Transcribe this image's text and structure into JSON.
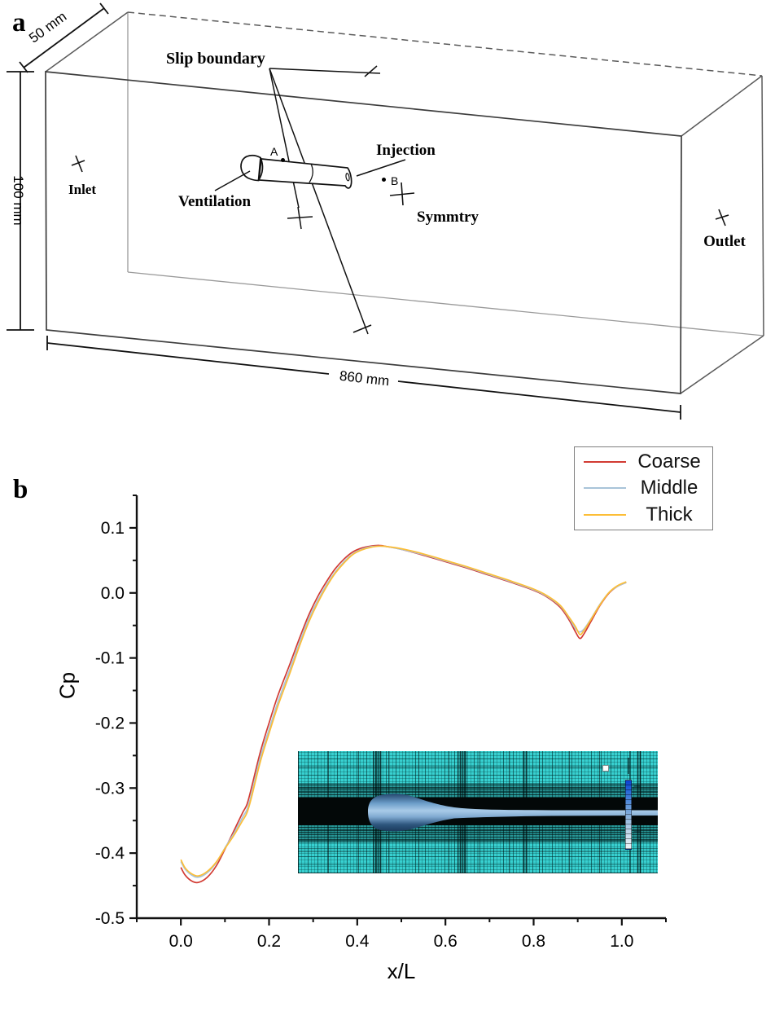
{
  "figure": {
    "panel_a": {
      "label": "a",
      "dimensions": {
        "depth": "50 mm",
        "height": "100 mm",
        "length": "860 mm"
      },
      "labels": {
        "slip": "Slip boundary",
        "inlet": "Inlet",
        "outlet": "Outlet",
        "injection": "Injection",
        "ventilation": "Ventilation",
        "symmetry": "Symmtry",
        "point_a": "A",
        "point_b": "B"
      }
    },
    "panel_b": {
      "label": "b"
    }
  },
  "chart_data": {
    "type": "line",
    "title": "",
    "xlabel": "x/L",
    "ylabel": "Cp",
    "xlim": [
      -0.1,
      1.1
    ],
    "ylim": [
      -0.5,
      0.15
    ],
    "x_major_ticks": [
      0.0,
      0.2,
      0.4,
      0.6,
      0.8,
      1.0
    ],
    "x_minor_step": 0.1,
    "y_major_ticks": [
      0.1,
      0.0,
      -0.1,
      -0.2,
      -0.3,
      -0.4,
      -0.5
    ],
    "y_minor_step": 0.05,
    "grid": false,
    "legend_position": "top-right",
    "x": [
      0.0,
      0.01,
      0.025,
      0.04,
      0.06,
      0.08,
      0.1,
      0.12,
      0.14,
      0.15,
      0.16,
      0.18,
      0.2,
      0.22,
      0.248,
      0.27,
      0.29,
      0.31,
      0.33,
      0.35,
      0.37,
      0.39,
      0.41,
      0.43,
      0.45,
      0.47,
      0.5,
      0.55,
      0.6,
      0.65,
      0.7,
      0.75,
      0.8,
      0.83,
      0.86,
      0.88,
      0.895,
      0.905,
      0.915,
      0.93,
      0.95,
      0.97,
      0.99,
      1.01
    ],
    "series": [
      {
        "name": "Coarse",
        "color": "#d23b33",
        "values": [
          -0.422,
          -0.434,
          -0.443,
          -0.445,
          -0.437,
          -0.42,
          -0.394,
          -0.366,
          -0.338,
          -0.325,
          -0.3,
          -0.245,
          -0.2,
          -0.158,
          -0.108,
          -0.068,
          -0.034,
          -0.006,
          0.017,
          0.037,
          0.052,
          0.063,
          0.069,
          0.072,
          0.073,
          0.071,
          0.067,
          0.058,
          0.048,
          0.038,
          0.027,
          0.016,
          0.004,
          -0.006,
          -0.022,
          -0.041,
          -0.06,
          -0.07,
          -0.062,
          -0.044,
          -0.02,
          -0.001,
          0.01,
          0.016
        ]
      },
      {
        "name": "Middle",
        "color": "#a9c4d9",
        "values": [
          -0.413,
          -0.425,
          -0.434,
          -0.437,
          -0.43,
          -0.415,
          -0.392,
          -0.37,
          -0.345,
          -0.333,
          -0.31,
          -0.253,
          -0.21,
          -0.168,
          -0.116,
          -0.075,
          -0.04,
          -0.012,
          0.012,
          0.032,
          0.048,
          0.06,
          0.067,
          0.071,
          0.072,
          0.071,
          0.067,
          0.059,
          0.049,
          0.039,
          0.028,
          0.017,
          0.005,
          -0.005,
          -0.02,
          -0.038,
          -0.055,
          -0.06,
          -0.055,
          -0.04,
          -0.018,
          0.0,
          0.01,
          0.016
        ]
      },
      {
        "name": "Thick",
        "color": "#fcbe37",
        "values": [
          -0.41,
          -0.423,
          -0.432,
          -0.435,
          -0.428,
          -0.414,
          -0.393,
          -0.373,
          -0.35,
          -0.338,
          -0.315,
          -0.26,
          -0.216,
          -0.174,
          -0.122,
          -0.08,
          -0.045,
          -0.016,
          0.009,
          0.03,
          0.046,
          0.059,
          0.066,
          0.07,
          0.072,
          0.071,
          0.068,
          0.06,
          0.05,
          0.04,
          0.029,
          0.018,
          0.006,
          -0.004,
          -0.019,
          -0.037,
          -0.052,
          -0.064,
          -0.057,
          -0.041,
          -0.019,
          0.0,
          0.011,
          0.017
        ]
      }
    ],
    "inset_colors": {
      "mesh_background": "#38d0d0",
      "mesh_lines": "#063c3c",
      "body_fill": "#6b9cc8",
      "colorbar_top": "#0a3ed0",
      "colorbar_bottom": "#eef4f8"
    }
  }
}
